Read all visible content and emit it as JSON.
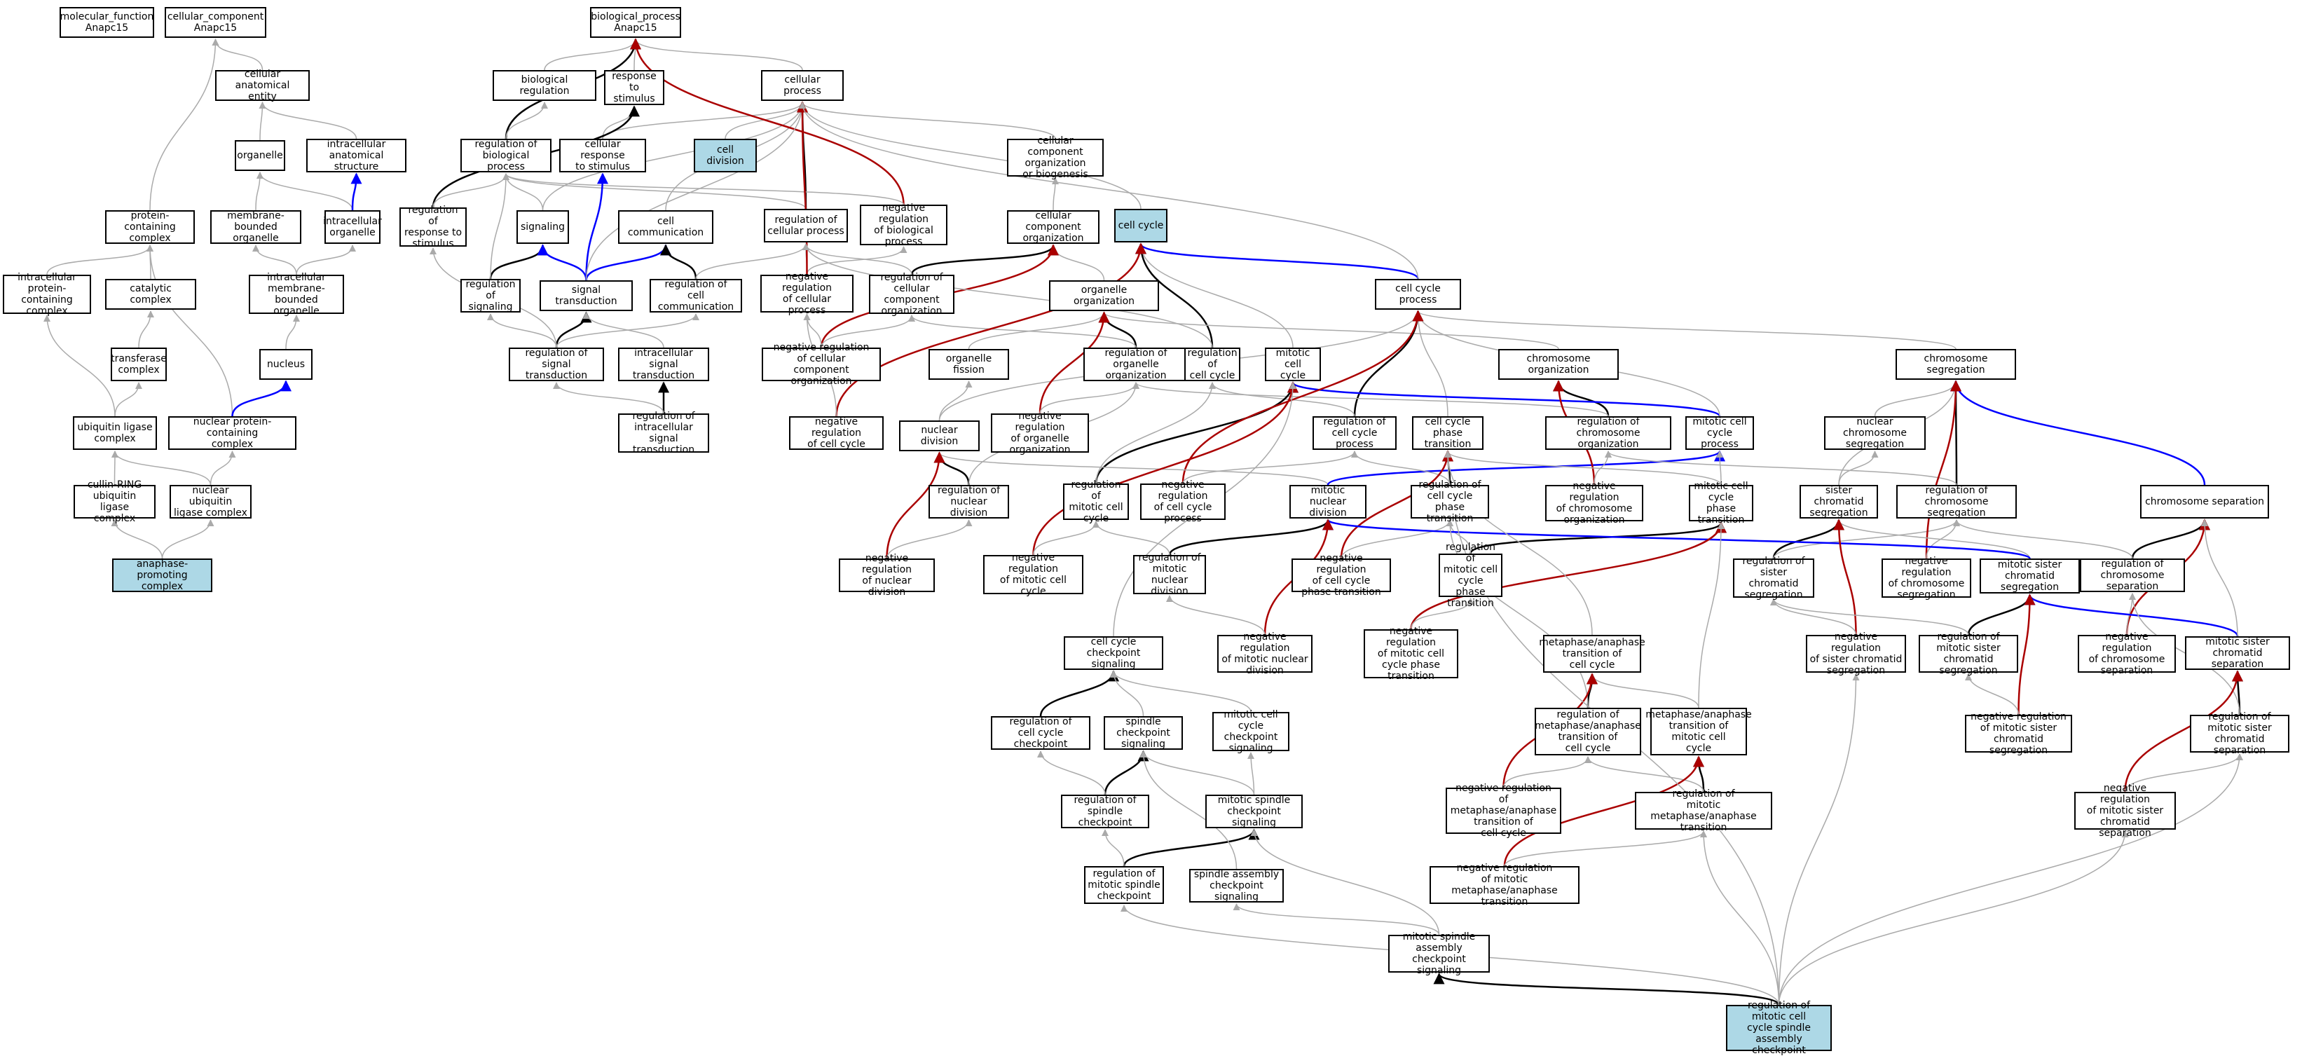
{
  "colors": {
    "grey": "#aaaaaa",
    "black": "#000000",
    "blue": "#0000ff",
    "red": "#aa0000",
    "highlight": "#add8e6"
  },
  "nodes": [
    {
      "id": "mf",
      "label": "molecular_function\nAnapc15"
    },
    {
      "id": "cc",
      "label": "cellular_component\nAnapc15"
    },
    {
      "id": "bp",
      "label": "biological_process\nAnapc15"
    },
    {
      "id": "cae",
      "label": "cellular anatomical\nentity"
    },
    {
      "id": "biolreg",
      "label": "biological regulation"
    },
    {
      "id": "resp",
      "label": "response to\nstimulus"
    },
    {
      "id": "cellproc",
      "label": "cellular process"
    },
    {
      "id": "organelle",
      "label": "organelle"
    },
    {
      "id": "ias",
      "label": "intracellular\nanatomical structure"
    },
    {
      "id": "regbp",
      "label": "regulation of\nbiological process"
    },
    {
      "id": "cresp",
      "label": "cellular response\nto stimulus"
    },
    {
      "id": "celldiv",
      "label": "cell division",
      "highlight": true
    },
    {
      "id": "ccob",
      "label": "cellular component\norganization\nor biogenesis"
    },
    {
      "id": "pcc",
      "label": "protein-containing\ncomplex"
    },
    {
      "id": "mbo",
      "label": "membrane-bounded\norganelle"
    },
    {
      "id": "io",
      "label": "intracellular\norganelle"
    },
    {
      "id": "regresp",
      "label": "regulation of\nresponse to\nstimulus"
    },
    {
      "id": "signaling",
      "label": "signaling"
    },
    {
      "id": "cellcomm",
      "label": "cell communication"
    },
    {
      "id": "regcp",
      "label": "regulation of\ncellular process"
    },
    {
      "id": "negregbp",
      "label": "negative regulation\nof biological\nprocess"
    },
    {
      "id": "cco",
      "label": "cellular component\norganization"
    },
    {
      "id": "cellcycle",
      "label": "cell cycle",
      "highlight": true
    },
    {
      "id": "ipcc",
      "label": "intracellular\nprotein-containing\ncomplex"
    },
    {
      "id": "catcx",
      "label": "catalytic complex"
    },
    {
      "id": "imbo",
      "label": "intracellular\nmembrane-bounded\norganelle"
    },
    {
      "id": "regsig",
      "label": "regulation of\nsignaling"
    },
    {
      "id": "sigtrans",
      "label": "signal transduction"
    },
    {
      "id": "regcc",
      "label": "regulation of\ncell communication"
    },
    {
      "id": "negregcp",
      "label": "negative regulation\nof cellular\nprocess"
    },
    {
      "id": "regcco",
      "label": "regulation of\ncellular component\norganization"
    },
    {
      "id": "orgorg",
      "label": "organelle organization"
    },
    {
      "id": "ccp",
      "label": "cell cycle process"
    },
    {
      "id": "transf",
      "label": "transferase\ncomplex"
    },
    {
      "id": "nucleus",
      "label": "nucleus"
    },
    {
      "id": "regst",
      "label": "regulation of\nsignal transduction"
    },
    {
      "id": "ist",
      "label": "intracellular\nsignal transduction"
    },
    {
      "id": "negregcco",
      "label": "negative regulation\nof cellular\ncomponent organization"
    },
    {
      "id": "orgfis",
      "label": "organelle fission"
    },
    {
      "id": "regoo",
      "label": "regulation of\norganelle organization"
    },
    {
      "id": "regccy",
      "label": "regulation of\ncell cycle"
    },
    {
      "id": "mcc",
      "label": "mitotic cell\ncycle"
    },
    {
      "id": "chrorg",
      "label": "chromosome organization"
    },
    {
      "id": "chrseg",
      "label": "chromosome segregation"
    },
    {
      "id": "ubl",
      "label": "ubiquitin ligase\ncomplex"
    },
    {
      "id": "npcc",
      "label": "nuclear protein-containing\ncomplex"
    },
    {
      "id": "regist",
      "label": "regulation of\nintracellular\nsignal transduction"
    },
    {
      "id": "negregccy",
      "label": "negative regulation\nof cell cycle"
    },
    {
      "id": "nucdiv",
      "label": "nuclear division"
    },
    {
      "id": "negregoo",
      "label": "negative regulation\nof organelle\norganization"
    },
    {
      "id": "regccp",
      "label": "regulation of\ncell cycle process"
    },
    {
      "id": "ccpt",
      "label": "cell cycle phase\ntransition"
    },
    {
      "id": "regchrorg",
      "label": "regulation of\nchromosome organization"
    },
    {
      "id": "mccp",
      "label": "mitotic cell\ncycle process"
    },
    {
      "id": "ncs",
      "label": "nuclear chromosome\nsegregation"
    },
    {
      "id": "crl",
      "label": "cullin-RING\nubiquitin ligase\ncomplex"
    },
    {
      "id": "nulc",
      "label": "nuclear ubiquitin\nligase complex"
    },
    {
      "id": "regnucdiv",
      "label": "regulation of\nnuclear division"
    },
    {
      "id": "regmcc",
      "label": "regulation of\nmitotic cell\ncycle"
    },
    {
      "id": "negregccp",
      "label": "negative regulation\nof cell cycle\nprocess"
    },
    {
      "id": "mnd",
      "label": "mitotic nuclear\ndivision"
    },
    {
      "id": "regccpt",
      "label": "regulation of\ncell cycle phase\ntransition"
    },
    {
      "id": "negregchrorg",
      "label": "negative regulation\nof chromosome\norganization"
    },
    {
      "id": "mccpt",
      "label": "mitotic cell\ncycle phase\ntransition"
    },
    {
      "id": "scs",
      "label": "sister chromatid\nsegregation"
    },
    {
      "id": "regchrseg",
      "label": "regulation of\nchromosome segregation"
    },
    {
      "id": "chrsep",
      "label": "chromosome separation"
    },
    {
      "id": "apc",
      "label": "anaphase-promoting\ncomplex",
      "highlight": true
    },
    {
      "id": "negregnd",
      "label": "negative regulation\nof nuclear division"
    },
    {
      "id": "negregmcc",
      "label": "negative regulation\nof mitotic cell\ncycle"
    },
    {
      "id": "regmnd",
      "label": "regulation of\nmitotic nuclear\ndivision"
    },
    {
      "id": "negregccpt",
      "label": "negative regulation\nof cell cycle\nphase transition"
    },
    {
      "id": "regmccpt",
      "label": "regulation of\nmitotic cell cycle phase\ntransition"
    },
    {
      "id": "regscs",
      "label": "regulation of\nsister chromatid\nsegregation"
    },
    {
      "id": "negregchrseg",
      "label": "negative regulation\nof chromosome\nsegregation"
    },
    {
      "id": "mscs",
      "label": "mitotic sister\nchromatid segregation"
    },
    {
      "id": "regchrsep",
      "label": "regulation of\nchromosome separation"
    },
    {
      "id": "cccs",
      "label": "cell cycle checkpoint\nsignaling"
    },
    {
      "id": "negregmnd",
      "label": "negative regulation\nof mitotic nuclear\ndivision"
    },
    {
      "id": "negregmccpt",
      "label": "negative regulation\nof mitotic cell\ncycle phase\ntransition"
    },
    {
      "id": "mamtcc",
      "label": "metaphase/anaphase\ntransition of\ncell cycle"
    },
    {
      "id": "negregscs",
      "label": "negative regulation\nof sister chromatid\nsegregation"
    },
    {
      "id": "regmscs",
      "label": "regulation of\nmitotic sister\nchromatid segregation"
    },
    {
      "id": "negregchrsep",
      "label": "negative regulation\nof chromosome\nseparation"
    },
    {
      "id": "msep",
      "label": "mitotic sister\nchromatid separation"
    },
    {
      "id": "regccc",
      "label": "regulation of\ncell cycle checkpoint"
    },
    {
      "id": "scksig",
      "label": "spindle checkpoint\nsignaling"
    },
    {
      "id": "mccsig",
      "label": "mitotic cell\ncycle checkpoint\nsignaling"
    },
    {
      "id": "regmamtcc",
      "label": "regulation of\nmetaphase/anaphase\ntransition of\ncell cycle"
    },
    {
      "id": "mamtmcc",
      "label": "metaphase/anaphase\ntransition of\nmitotic cell\ncycle"
    },
    {
      "id": "negregmscs",
      "label": "negative regulation\nof mitotic sister\nchromatid segregation"
    },
    {
      "id": "regmsep",
      "label": "regulation of\nmitotic sister\nchromatid separation"
    },
    {
      "id": "regsck",
      "label": "regulation of\nspindle checkpoint"
    },
    {
      "id": "msck",
      "label": "mitotic spindle\ncheckpoint signaling"
    },
    {
      "id": "negregmamtcc",
      "label": "negative regulation\nof metaphase/anaphase\ntransition of\ncell cycle"
    },
    {
      "id": "regmmat",
      "label": "regulation of\nmitotic metaphase/anaphase\ntransition"
    },
    {
      "id": "negregmsep",
      "label": "negative regulation\nof mitotic sister\nchromatid separation"
    },
    {
      "id": "regmsck",
      "label": "regulation of\nmitotic spindle\ncheckpoint"
    },
    {
      "id": "sacs",
      "label": "spindle assembly\ncheckpoint signaling"
    },
    {
      "id": "negregmmat",
      "label": "negative regulation\nof mitotic metaphase/anaphase\ntransition"
    },
    {
      "id": "msacs",
      "label": "mitotic spindle\nassembly checkpoint\nsignaling"
    },
    {
      "id": "target",
      "label": "regulation of\nmitotic cell\ncycle spindle\nassembly checkpoint",
      "highlight": true
    }
  ],
  "edges": [
    [
      "cae",
      "cc",
      "g"
    ],
    [
      "organelle",
      "cae",
      "g"
    ],
    [
      "ias",
      "cae",
      "g"
    ],
    [
      "pcc",
      "cc",
      "g"
    ],
    [
      "mbo",
      "organelle",
      "g"
    ],
    [
      "io",
      "organelle",
      "g"
    ],
    [
      "io",
      "ias",
      "b"
    ],
    [
      "imbo",
      "mbo",
      "g"
    ],
    [
      "imbo",
      "io",
      "g"
    ],
    [
      "ipcc",
      "pcc",
      "g"
    ],
    [
      "catcx",
      "pcc",
      "g"
    ],
    [
      "transf",
      "catcx",
      "g"
    ],
    [
      "nucleus",
      "imbo",
      "g"
    ],
    [
      "ubl",
      "ipcc",
      "g"
    ],
    [
      "ubl",
      "transf",
      "g"
    ],
    [
      "npcc",
      "pcc",
      "g"
    ],
    [
      "npcc",
      "nucleus",
      "b"
    ],
    [
      "crl",
      "ubl",
      "g"
    ],
    [
      "nulc",
      "ubl",
      "g"
    ],
    [
      "nulc",
      "npcc",
      "g"
    ],
    [
      "apc",
      "crl",
      "g"
    ],
    [
      "apc",
      "nulc",
      "g"
    ],
    [
      "biolreg",
      "bp",
      "g"
    ],
    [
      "resp",
      "bp",
      "g"
    ],
    [
      "cellproc",
      "bp",
      "g"
    ],
    [
      "regbp",
      "bp",
      "k"
    ],
    [
      "regbp",
      "biolreg",
      "g"
    ],
    [
      "cresp",
      "resp",
      "g"
    ],
    [
      "cresp",
      "cellproc",
      "g"
    ],
    [
      "celldiv",
      "cellproc",
      "g"
    ],
    [
      "ccob",
      "cellproc",
      "g"
    ],
    [
      "regresp",
      "resp",
      "k"
    ],
    [
      "regresp",
      "regbp",
      "g"
    ],
    [
      "signaling",
      "regbp",
      "g"
    ],
    [
      "signaling",
      "cellproc",
      "g"
    ],
    [
      "cellcomm",
      "cellproc",
      "g"
    ],
    [
      "regcp",
      "cellproc",
      "k"
    ],
    [
      "regcp",
      "regbp",
      "g"
    ],
    [
      "negregbp",
      "bp",
      "r"
    ],
    [
      "negregbp",
      "regbp",
      "g"
    ],
    [
      "cco",
      "ccob",
      "g"
    ],
    [
      "cellcycle",
      "cellproc",
      "g"
    ],
    [
      "regsig",
      "signaling",
      "k"
    ],
    [
      "regsig",
      "regbp",
      "g"
    ],
    [
      "sigtrans",
      "signaling",
      "b"
    ],
    [
      "sigtrans",
      "cellcomm",
      "b"
    ],
    [
      "sigtrans",
      "cresp",
      "b"
    ],
    [
      "sigtrans",
      "cellproc",
      "g"
    ],
    [
      "regcc",
      "cellcomm",
      "k"
    ],
    [
      "regcc",
      "regcp",
      "g"
    ],
    [
      "negregcp",
      "regcp",
      "g"
    ],
    [
      "negregcp",
      "negregbp",
      "g"
    ],
    [
      "negregcp",
      "cellproc",
      "r"
    ],
    [
      "regcco",
      "cco",
      "k"
    ],
    [
      "regcco",
      "regcp",
      "g"
    ],
    [
      "orgorg",
      "cco",
      "g"
    ],
    [
      "ccp",
      "cellcycle",
      "b"
    ],
    [
      "ccp",
      "cellproc",
      "g"
    ],
    [
      "regst",
      "sigtrans",
      "k"
    ],
    [
      "regst",
      "regsig",
      "g"
    ],
    [
      "regst",
      "regcc",
      "g"
    ],
    [
      "regst",
      "regresp",
      "g"
    ],
    [
      "ist",
      "sigtrans",
      "g"
    ],
    [
      "negregcco",
      "cco",
      "r"
    ],
    [
      "negregcco",
      "negregcp",
      "g"
    ],
    [
      "negregcco",
      "regcco",
      "g"
    ],
    [
      "orgfis",
      "orgorg",
      "g"
    ],
    [
      "regoo",
      "orgorg",
      "k"
    ],
    [
      "regoo",
      "regcco",
      "g"
    ],
    [
      "regccy",
      "cellcycle",
      "k"
    ],
    [
      "regccy",
      "regcp",
      "g"
    ],
    [
      "mcc",
      "cellcycle",
      "g"
    ],
    [
      "chrorg",
      "orgorg",
      "g"
    ],
    [
      "chrseg",
      "ccp",
      "g"
    ],
    [
      "regist",
      "ist",
      "k"
    ],
    [
      "regist",
      "regst",
      "g"
    ],
    [
      "negregccy",
      "cellcycle",
      "r"
    ],
    [
      "negregccy",
      "negregcp",
      "g"
    ],
    [
      "nucdiv",
      "orgfis",
      "g"
    ],
    [
      "nucdiv",
      "ccp",
      "g"
    ],
    [
      "negregoo",
      "orgorg",
      "r"
    ],
    [
      "negregoo",
      "regoo",
      "g"
    ],
    [
      "regccp",
      "ccp",
      "k"
    ],
    [
      "regccp",
      "regccy",
      "g"
    ],
    [
      "ccpt",
      "ccp",
      "g"
    ],
    [
      "regchrorg",
      "chrorg",
      "k"
    ],
    [
      "regchrorg",
      "regoo",
      "g"
    ],
    [
      "mccp",
      "mcc",
      "b"
    ],
    [
      "mccp",
      "ccp",
      "g"
    ],
    [
      "ncs",
      "chrseg",
      "g"
    ],
    [
      "regnucdiv",
      "nucdiv",
      "k"
    ],
    [
      "regnucdiv",
      "regoo",
      "g"
    ],
    [
      "regmcc",
      "mcc",
      "k"
    ],
    [
      "regmcc",
      "regccy",
      "g"
    ],
    [
      "negregccp",
      "ccp",
      "r"
    ],
    [
      "negregccp",
      "regccp",
      "g"
    ],
    [
      "mnd",
      "nucdiv",
      "g"
    ],
    [
      "mnd",
      "mccp",
      "b"
    ],
    [
      "regccpt",
      "ccpt",
      "k"
    ],
    [
      "regccpt",
      "regccp",
      "g"
    ],
    [
      "negregchrorg",
      "chrorg",
      "r"
    ],
    [
      "negregchrorg",
      "regchrorg",
      "g"
    ],
    [
      "mccpt",
      "ccpt",
      "g"
    ],
    [
      "mccpt",
      "mccp",
      "g"
    ],
    [
      "scs",
      "chrseg",
      "g"
    ],
    [
      "scs",
      "ncs",
      "g"
    ],
    [
      "regchrseg",
      "chrseg",
      "k"
    ],
    [
      "regchrseg",
      "regchrorg",
      "g"
    ],
    [
      "chrsep",
      "chrseg",
      "b"
    ],
    [
      "negregnd",
      "nucdiv",
      "r"
    ],
    [
      "negregnd",
      "regnucdiv",
      "g"
    ],
    [
      "negregmcc",
      "mcc",
      "r"
    ],
    [
      "negregmcc",
      "regmcc",
      "g"
    ],
    [
      "regmnd",
      "mnd",
      "k"
    ],
    [
      "regmnd",
      "regmcc",
      "g"
    ],
    [
      "negregccpt",
      "ccpt",
      "r"
    ],
    [
      "negregccpt",
      "regccpt",
      "g"
    ],
    [
      "regmccpt",
      "mccpt",
      "k"
    ],
    [
      "regmccpt",
      "regccpt",
      "g"
    ],
    [
      "regscs",
      "scs",
      "k"
    ],
    [
      "regscs",
      "regchrseg",
      "g"
    ],
    [
      "negregchrseg",
      "chrseg",
      "r"
    ],
    [
      "negregchrseg",
      "regchrseg",
      "g"
    ],
    [
      "mscs",
      "scs",
      "g"
    ],
    [
      "mscs",
      "mnd",
      "b"
    ],
    [
      "regchrsep",
      "chrsep",
      "k"
    ],
    [
      "regchrsep",
      "regchrseg",
      "g"
    ],
    [
      "cccs",
      "mcc",
      "g"
    ],
    [
      "negregmnd",
      "mnd",
      "r"
    ],
    [
      "negregmnd",
      "regmnd",
      "g"
    ],
    [
      "negregmccpt",
      "mccpt",
      "r"
    ],
    [
      "negregmccpt",
      "regmccpt",
      "g"
    ],
    [
      "mamtcc",
      "ccpt",
      "g"
    ],
    [
      "negregscs",
      "scs",
      "r"
    ],
    [
      "negregscs",
      "regscs",
      "g"
    ],
    [
      "regmscs",
      "mscs",
      "k"
    ],
    [
      "regmscs",
      "regscs",
      "g"
    ],
    [
      "negregchrsep",
      "chrsep",
      "r"
    ],
    [
      "negregchrsep",
      "regchrsep",
      "g"
    ],
    [
      "msep",
      "mscs",
      "b"
    ],
    [
      "msep",
      "chrsep",
      "g"
    ],
    [
      "regccc",
      "cccs",
      "k"
    ],
    [
      "scksig",
      "cccs",
      "g"
    ],
    [
      "mccsig",
      "cccs",
      "g"
    ],
    [
      "regmamtcc",
      "mamtcc",
      "k"
    ],
    [
      "regmamtcc",
      "regccpt",
      "g"
    ],
    [
      "mamtmcc",
      "mamtcc",
      "g"
    ],
    [
      "mamtmcc",
      "mccpt",
      "g"
    ],
    [
      "negregmscs",
      "mscs",
      "r"
    ],
    [
      "negregmscs",
      "regmscs",
      "g"
    ],
    [
      "regmsep",
      "msep",
      "k"
    ],
    [
      "regmsep",
      "regchrsep",
      "g"
    ],
    [
      "regsck",
      "scksig",
      "k"
    ],
    [
      "regsck",
      "regccc",
      "g"
    ],
    [
      "msck",
      "scksig",
      "g"
    ],
    [
      "msck",
      "mccsig",
      "g"
    ],
    [
      "negregmamtcc",
      "mamtcc",
      "r"
    ],
    [
      "negregmamtcc",
      "regmamtcc",
      "g"
    ],
    [
      "regmmat",
      "mamtmcc",
      "k"
    ],
    [
      "regmmat",
      "regmamtcc",
      "g"
    ],
    [
      "negregmsep",
      "msep",
      "r"
    ],
    [
      "negregmsep",
      "regmsep",
      "g"
    ],
    [
      "regmsck",
      "msck",
      "k"
    ],
    [
      "regmsck",
      "regsck",
      "g"
    ],
    [
      "sacs",
      "scksig",
      "g"
    ],
    [
      "negregmmat",
      "mamtmcc",
      "r"
    ],
    [
      "negregmmat",
      "regmmat",
      "g"
    ],
    [
      "msacs",
      "msck",
      "g"
    ],
    [
      "msacs",
      "sacs",
      "g"
    ],
    [
      "target",
      "msacs",
      "k"
    ],
    [
      "target",
      "regmmat",
      "g"
    ],
    [
      "target",
      "regmsck",
      "g"
    ],
    [
      "target",
      "negregmsep",
      "g"
    ],
    [
      "target",
      "negregscs",
      "g"
    ],
    [
      "target",
      "regmsep",
      "g"
    ],
    [
      "target",
      "ccpt",
      "g"
    ]
  ]
}
